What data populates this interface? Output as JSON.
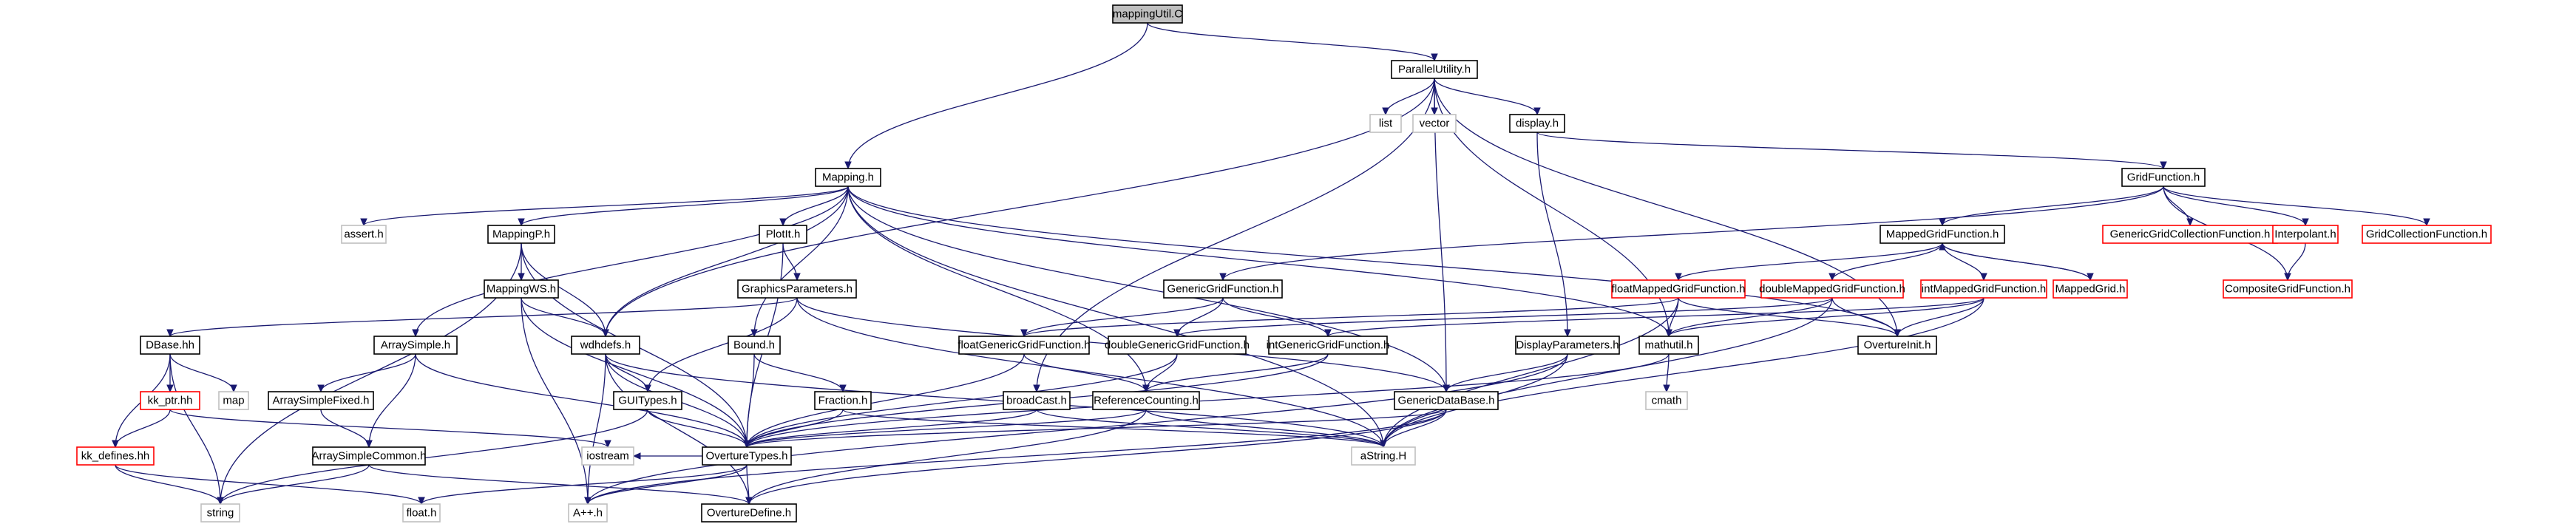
{
  "colors": {
    "edge": "#191970",
    "root_fill": "#bfbfbf",
    "system_header_border": "#bfbfbf",
    "truncated_border": "#ff0000",
    "node_border": "#000000"
  },
  "graph": {
    "nodes": [
      {
        "id": "mappingUtil",
        "label": "mappingUtil.C",
        "kind": "root"
      },
      {
        "id": "ParallelUtility",
        "label": "ParallelUtility.h",
        "kind": "normal"
      },
      {
        "id": "list",
        "label": "list",
        "kind": "system"
      },
      {
        "id": "vector",
        "label": "vector",
        "kind": "system"
      },
      {
        "id": "display",
        "label": "display.h",
        "kind": "normal"
      },
      {
        "id": "Mapping",
        "label": "Mapping.h",
        "kind": "normal"
      },
      {
        "id": "GridFunction",
        "label": "GridFunction.h",
        "kind": "normal"
      },
      {
        "id": "assert",
        "label": "assert.h",
        "kind": "system"
      },
      {
        "id": "MappingP",
        "label": "MappingP.h",
        "kind": "normal"
      },
      {
        "id": "PlotIt",
        "label": "PlotIt.h",
        "kind": "normal"
      },
      {
        "id": "MappedGridFunction",
        "label": "MappedGridFunction.h",
        "kind": "normal"
      },
      {
        "id": "GenericGridCollectionFunction",
        "label": "GenericGridCollectionFunction.h",
        "kind": "truncated"
      },
      {
        "id": "Interpolant",
        "label": "Interpolant.h",
        "kind": "truncated"
      },
      {
        "id": "GridCollectionFunction",
        "label": "GridCollectionFunction.h",
        "kind": "truncated"
      },
      {
        "id": "MappingWS",
        "label": "MappingWS.h",
        "kind": "normal"
      },
      {
        "id": "GraphicsParameters",
        "label": "GraphicsParameters.h",
        "kind": "normal"
      },
      {
        "id": "GenericGridFunction",
        "label": "GenericGridFunction.h",
        "kind": "normal"
      },
      {
        "id": "floatMappedGridFunction",
        "label": "floatMappedGridFunction.h",
        "kind": "truncated"
      },
      {
        "id": "doubleMappedGridFunction",
        "label": "doubleMappedGridFunction.h",
        "kind": "truncated"
      },
      {
        "id": "intMappedGridFunction",
        "label": "intMappedGridFunction.h",
        "kind": "truncated"
      },
      {
        "id": "MappedGrid",
        "label": "MappedGrid.h",
        "kind": "truncated"
      },
      {
        "id": "CompositeGridFunction",
        "label": "CompositeGridFunction.h",
        "kind": "truncated"
      },
      {
        "id": "DBase",
        "label": "DBase.hh",
        "kind": "normal"
      },
      {
        "id": "ArraySimple",
        "label": "ArraySimple.h",
        "kind": "normal"
      },
      {
        "id": "wdhdefs",
        "label": "wdhdefs.h",
        "kind": "normal"
      },
      {
        "id": "Bound",
        "label": "Bound.h",
        "kind": "normal"
      },
      {
        "id": "floatGenericGridFunction",
        "label": "floatGenericGridFunction.h",
        "kind": "normal"
      },
      {
        "id": "doubleGenericGridFunction",
        "label": "doubleGenericGridFunction.h",
        "kind": "normal"
      },
      {
        "id": "intGenericGridFunction",
        "label": "intGenericGridFunction.h",
        "kind": "normal"
      },
      {
        "id": "DisplayParameters",
        "label": "DisplayParameters.h",
        "kind": "normal"
      },
      {
        "id": "mathutil",
        "label": "mathutil.h",
        "kind": "normal"
      },
      {
        "id": "OvertureInit",
        "label": "OvertureInit.h",
        "kind": "normal"
      },
      {
        "id": "kk_ptr",
        "label": "kk_ptr.hh",
        "kind": "truncated"
      },
      {
        "id": "map",
        "label": "map",
        "kind": "system"
      },
      {
        "id": "ArraySimpleFixed",
        "label": "ArraySimpleFixed.h",
        "kind": "normal"
      },
      {
        "id": "GUITypes",
        "label": "GUITypes.h",
        "kind": "normal"
      },
      {
        "id": "Fraction",
        "label": "Fraction.h",
        "kind": "normal"
      },
      {
        "id": "broadCast",
        "label": "broadCast.h",
        "kind": "normal"
      },
      {
        "id": "ReferenceCounting",
        "label": "ReferenceCounting.h",
        "kind": "normal"
      },
      {
        "id": "GenericDataBase",
        "label": "GenericDataBase.h",
        "kind": "normal"
      },
      {
        "id": "cmath",
        "label": "cmath",
        "kind": "system"
      },
      {
        "id": "kk_defines",
        "label": "kk_defines.hh",
        "kind": "truncated"
      },
      {
        "id": "ArraySimpleCommon",
        "label": "ArraySimpleCommon.h",
        "kind": "normal"
      },
      {
        "id": "iostream",
        "label": "iostream",
        "kind": "system"
      },
      {
        "id": "OvertureTypes",
        "label": "OvertureTypes.h",
        "kind": "normal"
      },
      {
        "id": "aString",
        "label": "aString.H",
        "kind": "system"
      },
      {
        "id": "string",
        "label": "string",
        "kind": "system"
      },
      {
        "id": "float",
        "label": "float.h",
        "kind": "system"
      },
      {
        "id": "App",
        "label": "A++.h",
        "kind": "system"
      },
      {
        "id": "OvertureDefine",
        "label": "OvertureDefine.h",
        "kind": "normal"
      }
    ],
    "edges": [
      [
        "mappingUtil",
        "ParallelUtility"
      ],
      [
        "mappingUtil",
        "Mapping"
      ],
      [
        "ParallelUtility",
        "list"
      ],
      [
        "ParallelUtility",
        "vector"
      ],
      [
        "ParallelUtility",
        "display"
      ],
      [
        "ParallelUtility",
        "wdhdefs"
      ],
      [
        "ParallelUtility",
        "broadCast"
      ],
      [
        "ParallelUtility",
        "GenericDataBase"
      ],
      [
        "ParallelUtility",
        "mathutil"
      ],
      [
        "ParallelUtility",
        "OvertureInit"
      ],
      [
        "display",
        "GridFunction"
      ],
      [
        "display",
        "DisplayParameters"
      ],
      [
        "Mapping",
        "assert"
      ],
      [
        "Mapping",
        "MappingP"
      ],
      [
        "Mapping",
        "PlotIt"
      ],
      [
        "Mapping",
        "ArraySimple"
      ],
      [
        "Mapping",
        "wdhdefs"
      ],
      [
        "Mapping",
        "Bound"
      ],
      [
        "Mapping",
        "ReferenceCounting"
      ],
      [
        "Mapping",
        "GenericDataBase"
      ],
      [
        "Mapping",
        "mathutil"
      ],
      [
        "Mapping",
        "OvertureInit"
      ],
      [
        "Mapping",
        "aString"
      ],
      [
        "GridFunction",
        "MappedGridFunction"
      ],
      [
        "GridFunction",
        "GenericGridCollectionFunction"
      ],
      [
        "GridFunction",
        "Interpolant"
      ],
      [
        "GridFunction",
        "GridCollectionFunction"
      ],
      [
        "GridFunction",
        "CompositeGridFunction"
      ],
      [
        "GridFunction",
        "GenericGridFunction"
      ],
      [
        "MappingP",
        "MappingWS"
      ],
      [
        "MappingP",
        "wdhdefs"
      ],
      [
        "MappingP",
        "OvertureTypes"
      ],
      [
        "MappingP",
        "string"
      ],
      [
        "PlotIt",
        "GraphicsParameters"
      ],
      [
        "PlotIt",
        "OvertureTypes"
      ],
      [
        "MappedGridFunction",
        "floatMappedGridFunction"
      ],
      [
        "MappedGridFunction",
        "doubleMappedGridFunction"
      ],
      [
        "MappedGridFunction",
        "intMappedGridFunction"
      ],
      [
        "MappedGridFunction",
        "MappedGrid"
      ],
      [
        "MappedGrid",
        "MappedGridFunction"
      ],
      [
        "Interpolant",
        "CompositeGridFunction"
      ],
      [
        "MappingWS",
        "wdhdefs"
      ],
      [
        "MappingWS",
        "OvertureTypes"
      ],
      [
        "MappingWS",
        "App"
      ],
      [
        "GraphicsParameters",
        "DBase"
      ],
      [
        "GraphicsParameters",
        "GUITypes"
      ],
      [
        "GraphicsParameters",
        "GenericDataBase"
      ],
      [
        "GraphicsParameters",
        "aString"
      ],
      [
        "GenericGridFunction",
        "floatGenericGridFunction"
      ],
      [
        "GenericGridFunction",
        "doubleGenericGridFunction"
      ],
      [
        "GenericGridFunction",
        "intGenericGridFunction"
      ],
      [
        "floatMappedGridFunction",
        "floatGenericGridFunction"
      ],
      [
        "floatMappedGridFunction",
        "mathutil"
      ],
      [
        "floatMappedGridFunction",
        "OvertureInit"
      ],
      [
        "floatMappedGridFunction",
        "aString"
      ],
      [
        "doubleMappedGridFunction",
        "doubleGenericGridFunction"
      ],
      [
        "doubleMappedGridFunction",
        "mathutil"
      ],
      [
        "doubleMappedGridFunction",
        "OvertureInit"
      ],
      [
        "doubleMappedGridFunction",
        "aString"
      ],
      [
        "intMappedGridFunction",
        "intGenericGridFunction"
      ],
      [
        "intMappedGridFunction",
        "mathutil"
      ],
      [
        "intMappedGridFunction",
        "OvertureInit"
      ],
      [
        "intMappedGridFunction",
        "aString"
      ],
      [
        "DBase",
        "kk_ptr"
      ],
      [
        "DBase",
        "map"
      ],
      [
        "DBase",
        "kk_defines"
      ],
      [
        "DBase",
        "string"
      ],
      [
        "ArraySimple",
        "ArraySimpleFixed"
      ],
      [
        "ArraySimple",
        "ArraySimpleCommon"
      ],
      [
        "ArraySimple",
        "OvertureTypes"
      ],
      [
        "wdhdefs",
        "GUITypes"
      ],
      [
        "wdhdefs",
        "OvertureTypes"
      ],
      [
        "wdhdefs",
        "App"
      ],
      [
        "wdhdefs",
        "OvertureDefine"
      ],
      [
        "wdhdefs",
        "aString"
      ],
      [
        "Bound",
        "Fraction"
      ],
      [
        "Bound",
        "OvertureTypes"
      ],
      [
        "floatGenericGridFunction",
        "OvertureTypes"
      ],
      [
        "floatGenericGridFunction",
        "ReferenceCounting"
      ],
      [
        "doubleGenericGridFunction",
        "OvertureTypes"
      ],
      [
        "doubleGenericGridFunction",
        "ReferenceCounting"
      ],
      [
        "intGenericGridFunction",
        "OvertureTypes"
      ],
      [
        "intGenericGridFunction",
        "ReferenceCounting"
      ],
      [
        "DisplayParameters",
        "GenericDataBase"
      ],
      [
        "DisplayParameters",
        "aString"
      ],
      [
        "DisplayParameters",
        "App"
      ],
      [
        "mathutil",
        "cmath"
      ],
      [
        "mathutil",
        "OvertureTypes"
      ],
      [
        "kk_ptr",
        "kk_defines"
      ],
      [
        "kk_ptr",
        "iostream"
      ],
      [
        "ArraySimpleFixed",
        "ArraySimpleCommon"
      ],
      [
        "GUITypes",
        "OvertureTypes"
      ],
      [
        "GUITypes",
        "string"
      ],
      [
        "Fraction",
        "OvertureTypes"
      ],
      [
        "Fraction",
        "aString"
      ],
      [
        "broadCast",
        "OvertureTypes"
      ],
      [
        "broadCast",
        "aString"
      ],
      [
        "ReferenceCounting",
        "OvertureTypes"
      ],
      [
        "ReferenceCounting",
        "aString"
      ],
      [
        "ReferenceCounting",
        "OvertureDefine"
      ],
      [
        "GenericDataBase",
        "OvertureTypes"
      ],
      [
        "GenericDataBase",
        "aString"
      ],
      [
        "GenericDataBase",
        "App"
      ],
      [
        "GenericDataBase",
        "OvertureDefine"
      ],
      [
        "kk_defines",
        "string"
      ],
      [
        "kk_defines",
        "float"
      ],
      [
        "ArraySimpleCommon",
        "string"
      ],
      [
        "ArraySimpleCommon",
        "OvertureDefine"
      ],
      [
        "OvertureTypes",
        "App"
      ],
      [
        "OvertureTypes",
        "OvertureDefine"
      ],
      [
        "OvertureTypes",
        "float"
      ],
      [
        "OvertureTypes",
        "iostream"
      ]
    ]
  }
}
